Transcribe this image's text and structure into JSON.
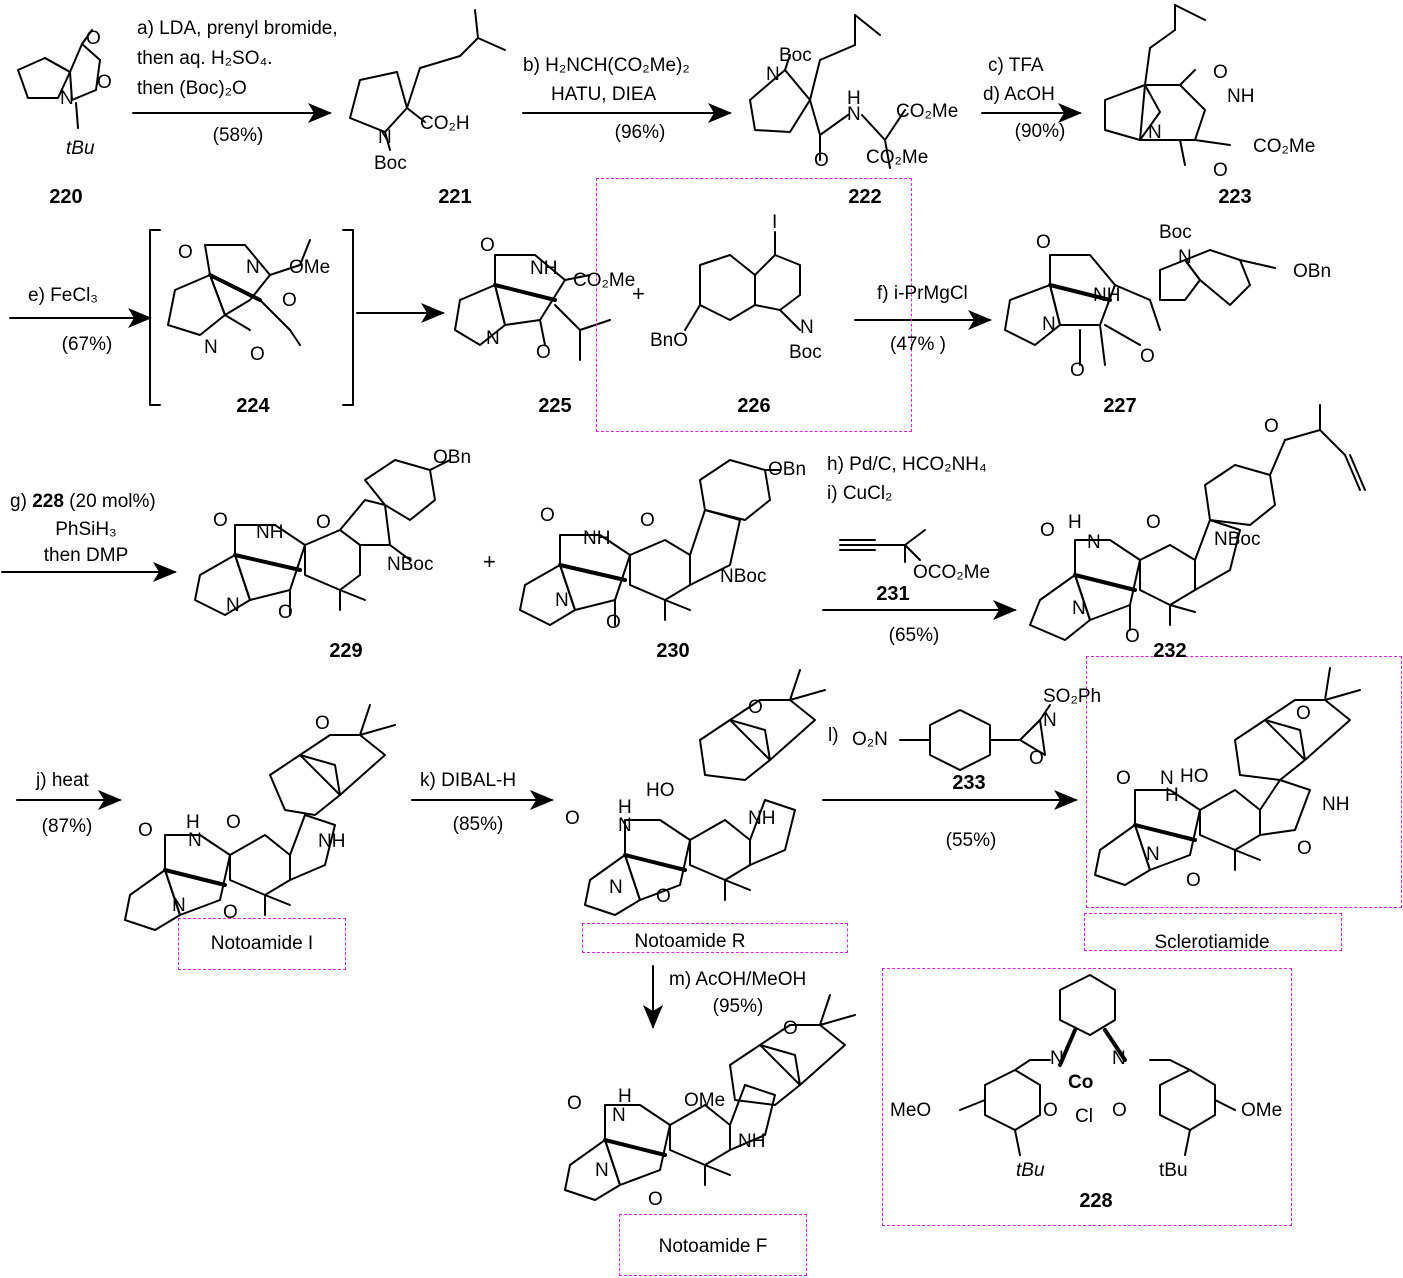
{
  "conditions": {
    "a1": "a) LDA, prenyl bromide,",
    "a2": "then aq. H₂SO₄.",
    "a3": "then (Boc)₂O",
    "a_yield": "(58%)",
    "b1": "b)  H₂NCH(CO₂Me)₂",
    "b2": "HATU, DIEA",
    "b_yield": "(96%)",
    "c": "c) TFA",
    "d": "d) AcOH",
    "cd_yield": "(90%)",
    "e": "e) FeCl₃",
    "e_yield": "(67%)",
    "f": "f) i-PrMgCl",
    "f_yield": "(47% )",
    "g1_prefix": "g)",
    "g1_ref": "228",
    "g1_suffix": "(20 mol%)",
    "g2": "PhSiH₃",
    "g3": "then DMP",
    "h": "h) Pd/C, HCO₂NH₄",
    "i": "i) CuCl₂",
    "reagent231": "OCO₂Me",
    "hi_yield": "(65%)",
    "j": "j) heat",
    "j_yield": "(87%)",
    "k": "k) DIBAL-H",
    "k_yield": "(85%)",
    "l": "l)",
    "l_yield": "(55%)",
    "m": "m) AcOH/MeOH",
    "m_yield": "(95%)"
  },
  "compounds": {
    "c220": "220",
    "c221": "221",
    "c222": "222",
    "c223": "223",
    "c224": "224",
    "c225": "225",
    "c226": "226",
    "c227": "227",
    "c228": "228",
    "c229": "229",
    "c230": "230",
    "c231": "231",
    "c232": "232",
    "c233": "233"
  },
  "names": {
    "notoamideI": "Notoamide I",
    "notoamideR": "Notoamide R",
    "notoamideF": "Notoamide F",
    "sclerotiamide": "Sclerotiamide"
  },
  "atoms": {
    "O": "O",
    "N": "N",
    "NH": "NH",
    "H": "H",
    "I": "I",
    "tBu": "tBu",
    "Boc": "Boc",
    "CO2H": "CO₂H",
    "CO2Me": "CO₂Me",
    "OMe": "OMe",
    "BnO": "BnO",
    "OBn": "OBn",
    "NBoc": "NBoc",
    "HO": "HO",
    "MeO": "MeO",
    "O2N": "O₂N",
    "SO2Ph": "SO₂Ph",
    "Co": "Co",
    "Cl": "Cl",
    "plus": "+"
  },
  "colors": {
    "highlight_box": "#e020e0",
    "line": "#000000"
  }
}
